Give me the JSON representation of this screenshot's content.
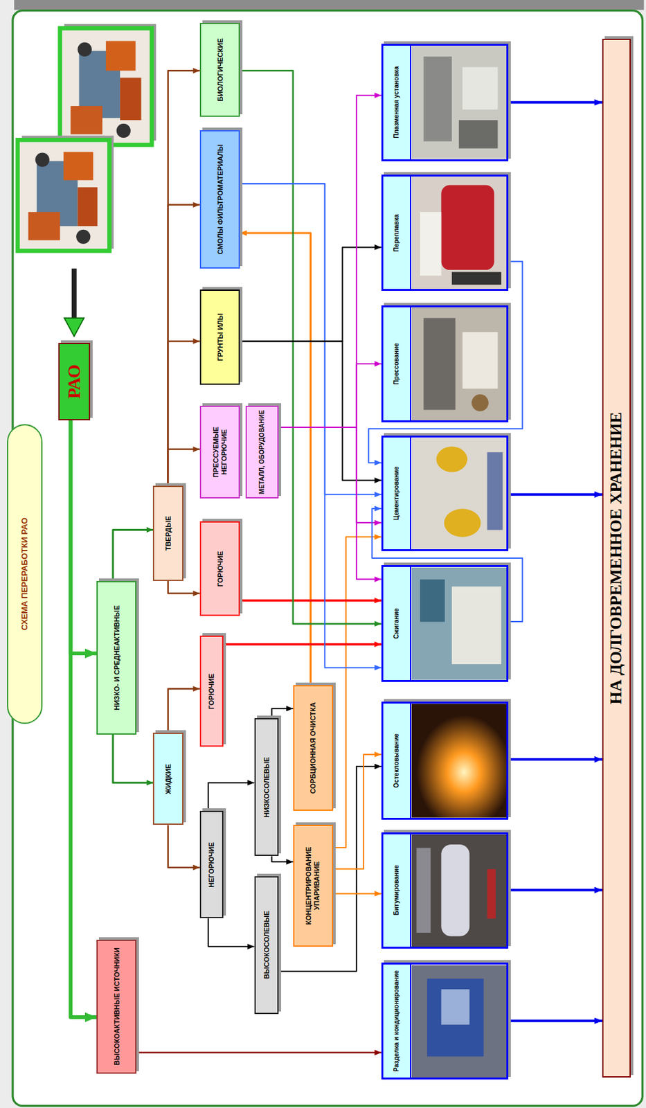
{
  "diagram": {
    "nodes": [
      {
        "text": [
          "СХЕМА ПЕРЕРАБОТКИ РАО"
        ]
      },
      {
        "text": [
          "РАО"
        ]
      },
      {
        "text": [
          "ВЫСОКОАКТИВНЫЕ ИСТОЧНИКИ"
        ]
      },
      {
        "text": [
          "НИЗКО- И СРЕДНЕАКТИВНЫЕ"
        ]
      },
      {
        "text": [
          "ТВЕРДЫЕ"
        ]
      },
      {
        "text": [
          "ЖИДКИЕ"
        ]
      },
      {
        "text": [
          "ГОРЮЧИЕ"
        ]
      },
      {
        "text": [
          "НЕГОРЮЧИЕ"
        ]
      },
      {
        "text": [
          "ГОРЮЧИЕ"
        ]
      },
      {
        "text": [
          "ПРЕССУЕМЫЕ НЕГОРЮЧИЕ"
        ]
      },
      {
        "text": [
          "МЕТАЛЛ, ОБОРУДОВАНИЕ"
        ]
      },
      {
        "text": [
          "ГРУНТЫ ИЛЫ"
        ]
      },
      {
        "text": [
          "СМОЛЫ ФИЛЬТРОМАТЕРИАЛЫ"
        ]
      },
      {
        "text": [
          "БИОЛОГИЧЕСКИЕ"
        ]
      },
      {
        "text": [
          "НИЗКОСОЛЕВЫЕ"
        ]
      },
      {
        "text": [
          "ВЫСОКОСОЛЕВЫЕ"
        ]
      },
      {
        "text": [
          "СОРБЦИОННАЯ ОЧИСТКА"
        ]
      },
      {
        "text": [
          "КОНЦЕНТРИРОВАНИЕ УПАРИВАНИЕ"
        ]
      },
      {
        "text": [
          "Плазменная установка"
        ]
      },
      {
        "text": [
          "Переплавка"
        ]
      },
      {
        "text": [
          "Прессование"
        ]
      },
      {
        "text": [
          "Цементирование"
        ]
      },
      {
        "text": [
          "Сжигание"
        ]
      },
      {
        "text": [
          "Остекловывание"
        ]
      },
      {
        "text": [
          "Битумирование"
        ]
      },
      {
        "text": [
          "Разделка и кондиционирование"
        ]
      },
      {
        "text": [
          "НА ДОЛГОВРЕМЕННОЕ ХРАНЕНИЕ"
        ]
      }
    ],
    "edges": [
      {
        "from": 1,
        "to": 2,
        "arrow": "to"
      },
      {
        "from": 1,
        "to": 3,
        "arrow": "to"
      },
      {
        "from": 3,
        "to": 4,
        "arrow": "to"
      },
      {
        "from": 3,
        "to": 5,
        "arrow": "to"
      },
      {
        "from": 4,
        "to": 8,
        "arrow": "to"
      },
      {
        "from": 4,
        "to": 9,
        "arrow": "to"
      },
      {
        "from": 4,
        "to": 11,
        "arrow": "to"
      },
      {
        "from": 4,
        "to": 12,
        "arrow": "to"
      },
      {
        "from": 4,
        "to": 13,
        "arrow": "to"
      },
      {
        "from": 5,
        "to": 6,
        "arrow": "to"
      },
      {
        "from": 5,
        "to": 7,
        "arrow": "to"
      },
      {
        "from": 7,
        "to": 14,
        "arrow": "to"
      },
      {
        "from": 7,
        "to": 15,
        "arrow": "to"
      },
      {
        "from": 14,
        "to": 16,
        "arrow": "to"
      },
      {
        "from": 14,
        "to": 17,
        "arrow": "to"
      },
      {
        "from": 15,
        "to": 23,
        "arrow": "to"
      },
      {
        "from": 16,
        "to": 12,
        "arrow": "to"
      },
      {
        "from": 17,
        "to": 21,
        "arrow": "to"
      },
      {
        "from": 17,
        "to": 23,
        "arrow": "to"
      },
      {
        "from": 17,
        "to": 24,
        "arrow": "to"
      },
      {
        "from": 6,
        "to": 22,
        "arrow": "to"
      },
      {
        "from": 8,
        "to": 22,
        "arrow": "to"
      },
      {
        "from": 13,
        "to": 22,
        "arrow": "to"
      },
      {
        "from": 12,
        "to": 22,
        "arrow": "to"
      },
      {
        "from": 12,
        "to": 21,
        "arrow": "to"
      },
      {
        "from": 11,
        "to": 19,
        "arrow": "to"
      },
      {
        "from": 11,
        "to": 21,
        "arrow": "to"
      },
      {
        "from": 10,
        "to": 18,
        "arrow": "to"
      },
      {
        "from": 10,
        "to": 20,
        "arrow": "to"
      },
      {
        "from": 10,
        "to": 21,
        "arrow": "to"
      },
      {
        "from": 10,
        "to": 22,
        "arrow": "to"
      },
      {
        "from": 19,
        "to": 21,
        "arrow": "to"
      },
      {
        "from": 22,
        "to": 21,
        "arrow": "to"
      },
      {
        "from": 18,
        "to": 26,
        "arrow": "to"
      },
      {
        "from": 21,
        "to": 26,
        "arrow": "to"
      },
      {
        "from": 23,
        "to": 26,
        "arrow": "to"
      },
      {
        "from": 24,
        "to": 26,
        "arrow": "to"
      },
      {
        "from": 25,
        "to": 26,
        "arrow": "to"
      },
      {
        "from": 2,
        "to": 25,
        "arrow": "to"
      }
    ]
  }
}
